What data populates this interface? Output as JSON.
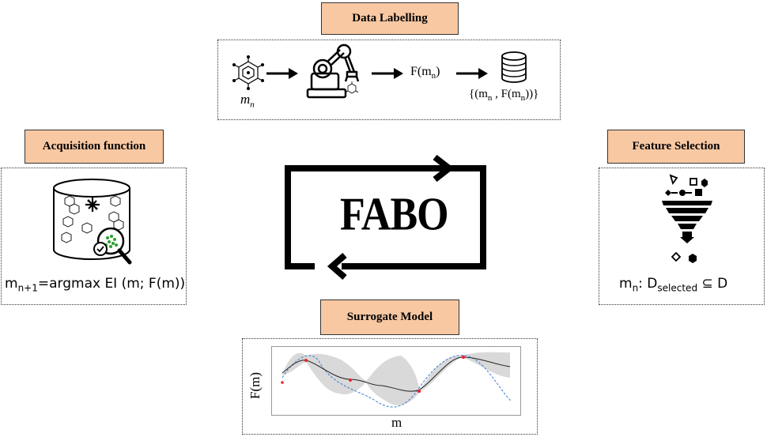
{
  "center": {
    "title": "FABO"
  },
  "data_labelling": {
    "label": "Data Labelling",
    "molecule_caption": "m",
    "molecule_caption_sub": "n",
    "function_text": "F(m",
    "function_sub": "n",
    "function_close": ")",
    "dataset_text": "{(m",
    "dataset_sub": "n",
    "dataset_mid": " , F(m",
    "dataset_sub2": "n",
    "dataset_close": "))}"
  },
  "acquisition": {
    "label": "Acquisition function",
    "formula_m": "m",
    "formula_sub": "n+1",
    "formula_rest": "=argmax EI (m;  F(m))"
  },
  "feature_selection": {
    "label": "Feature Selection",
    "formula_m": "m",
    "formula_sub": "n",
    "formula_mid": ": D",
    "formula_sub2": "selected",
    "formula_rest": " ⊆ D"
  },
  "surrogate": {
    "label": "Surrogate Model",
    "ylabel": "F(m)",
    "xlabel": "m"
  },
  "colors": {
    "label_fill": "#f8c8a3",
    "uncertainty": "#d9d9d9",
    "mean_line": "#222222",
    "true_function": "#3a7bd5",
    "observations": "#e8262b",
    "highlight_green": "#2ea02e"
  },
  "icons": [
    "molecule-icon",
    "robot-arm-icon",
    "database-icon",
    "molecule-cylinder-icon",
    "magnifier-icon",
    "funnel-icon",
    "cycle-arrows-icon"
  ]
}
